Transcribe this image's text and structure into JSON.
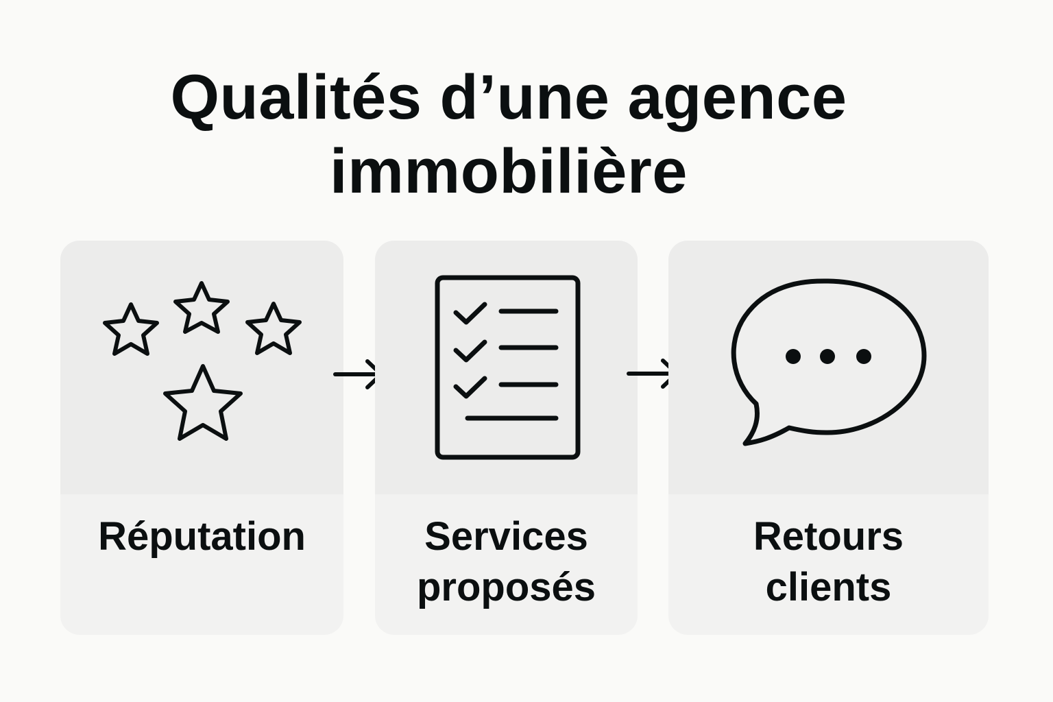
{
  "title": {
    "line1": "Qualités d’une agence",
    "line2": "immobilière"
  },
  "steps": [
    {
      "label_lines": [
        "Réputation"
      ],
      "icon": "stars-icon"
    },
    {
      "label_lines": [
        "Services",
        "proposés"
      ],
      "icon": "checklist-icon"
    },
    {
      "label_lines": [
        "Retours",
        "clients"
      ],
      "icon": "speech-bubble-icon"
    }
  ],
  "connectors": [
    "arrow-right-icon",
    "arrow-right-icon"
  ],
  "colors": {
    "background": "#fafaf8",
    "card_icon_area": "#ececeb",
    "card_label_area": "#f2f2f1",
    "stroke": "#0b0f10"
  }
}
